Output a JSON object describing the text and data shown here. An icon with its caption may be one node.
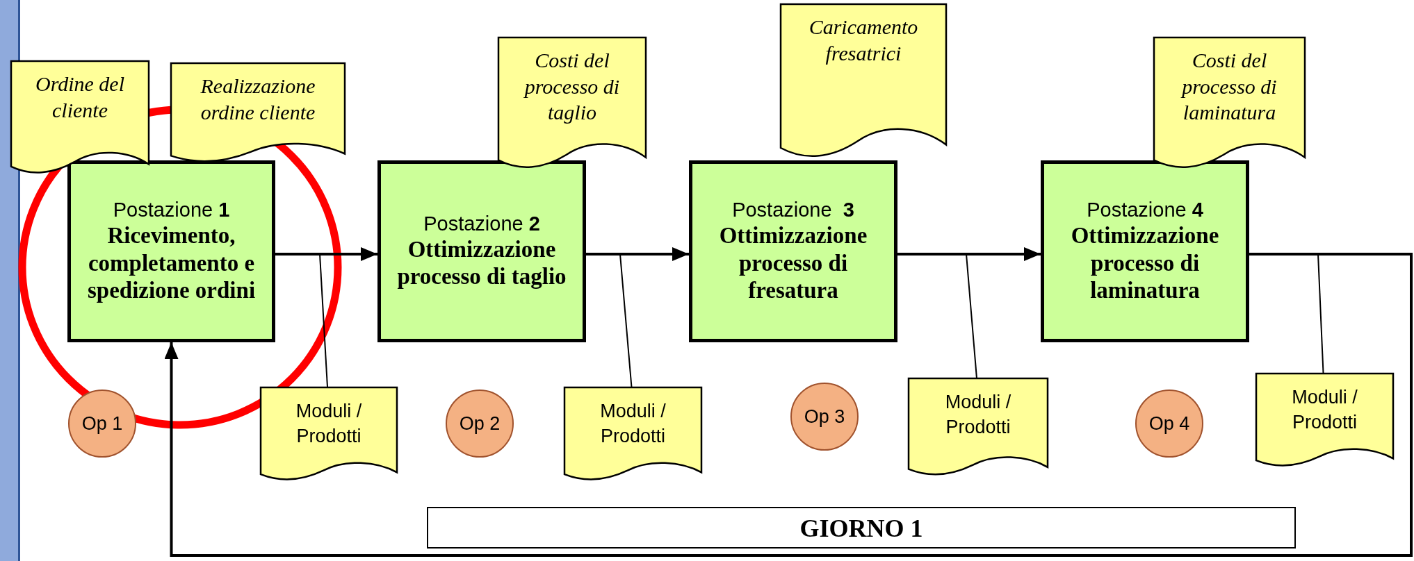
{
  "diagram": {
    "nodes": [
      {
        "text": [
          "Ordine del cliente"
        ]
      },
      {
        "text": [
          "Realizzazione ordine cliente"
        ]
      },
      {
        "text": [
          "Postazione **1**",
          "Ricevimento, completamento e spedizione ordini"
        ]
      },
      {
        "text": [
          "Op 1"
        ]
      },
      {
        "text": [
          "Moduli / Prodotti"
        ]
      },
      {
        "text": [
          "Costi del processo di taglio"
        ]
      },
      {
        "text": [
          "Postazione **2**",
          "Ottimizzazione processo di taglio"
        ]
      },
      {
        "text": [
          "Op 2"
        ]
      },
      {
        "text": [
          "Moduli / Prodotti"
        ]
      },
      {
        "text": [
          "Caricamento fresatrici"
        ]
      },
      {
        "text": [
          "Postazione  **3**",
          "Ottimizzazione processo di fresatura"
        ]
      },
      {
        "text": [
          "Op 3"
        ]
      },
      {
        "text": [
          "Moduli / Prodotti"
        ]
      },
      {
        "text": [
          "Costi del processo di laminatura"
        ]
      },
      {
        "text": [
          "Postazione **4**",
          "Ottimizzazione processo di laminatura"
        ]
      },
      {
        "text": [
          "Op 4"
        ]
      },
      {
        "text": [
          "Moduli / Prodotti"
        ]
      },
      {
        "text": [
          "GIORNO 1"
        ]
      }
    ],
    "edges": [
      {
        "from": 2,
        "to": 6,
        "arrow": "to"
      },
      {
        "from": 6,
        "to": 10,
        "arrow": "to"
      },
      {
        "from": 10,
        "to": 14,
        "arrow": "to"
      },
      {
        "from": 14,
        "to": 2,
        "arrow": "to"
      },
      {
        "from": 4,
        "to": null,
        "arrow": "none"
      },
      {
        "from": 8,
        "to": null,
        "arrow": "none"
      },
      {
        "from": 12,
        "to": null,
        "arrow": "none"
      },
      {
        "from": 16,
        "to": null,
        "arrow": "none"
      }
    ]
  }
}
